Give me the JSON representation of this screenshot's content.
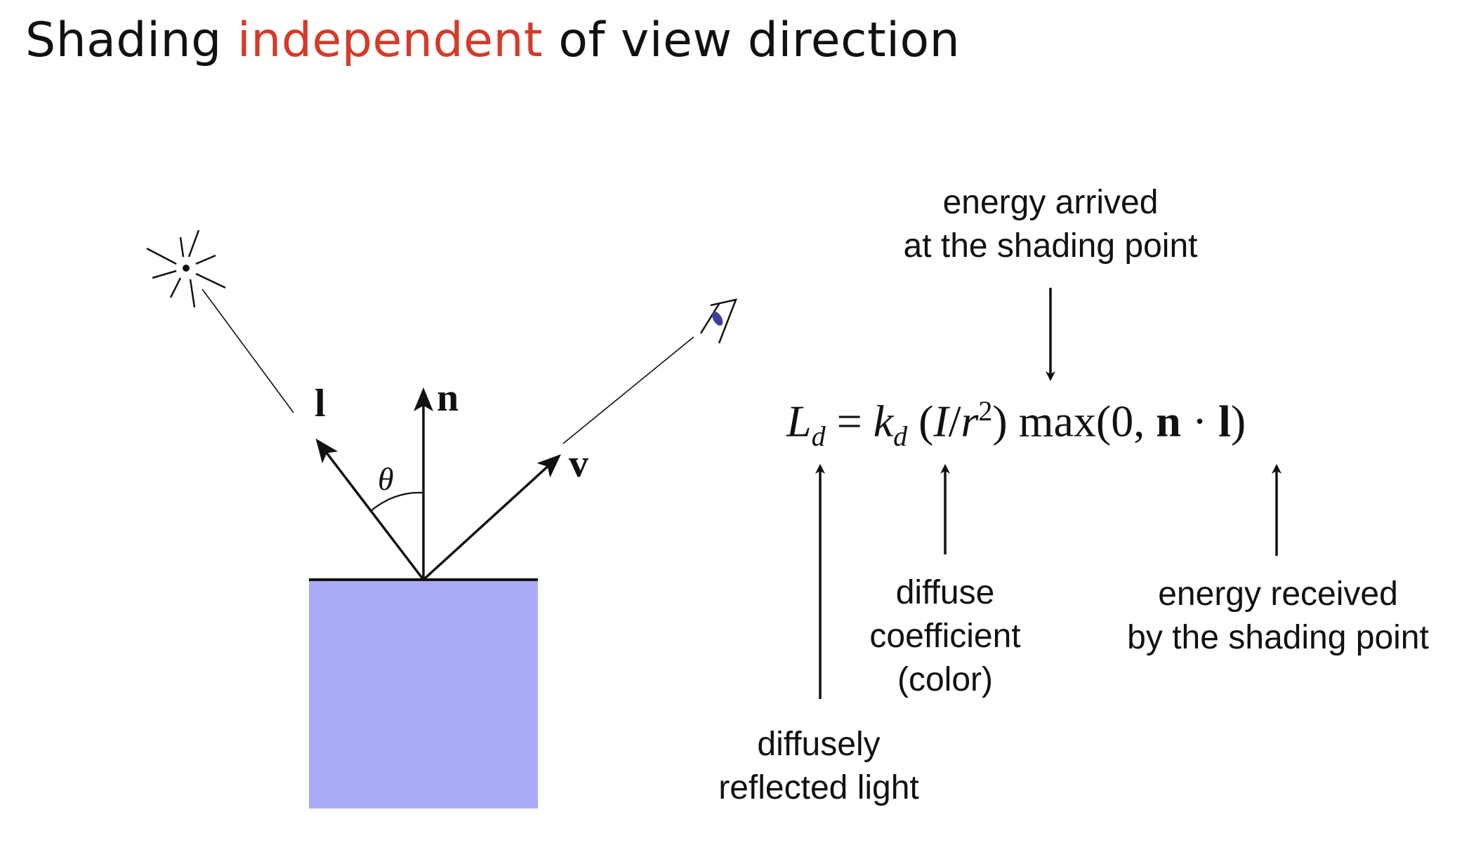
{
  "title": {
    "prefix": "Shading",
    "accent": "independent",
    "suffix": "of view direction",
    "accent_color": "#d63a28"
  },
  "diagram": {
    "surface_color": "#aaaaf7",
    "vectors": {
      "light": "l",
      "normal": "n",
      "view": "v"
    },
    "angle": "θ"
  },
  "equation": {
    "lhs": "L",
    "lhs_sub": "d",
    "equals": "=",
    "coef": "k",
    "coef_sub": "d",
    "open": "(",
    "intensity": "I",
    "slash": "/",
    "radius": "r",
    "power": "2",
    "close": ")",
    "max": "max",
    "args_open": "(0,",
    "n": "n",
    "dot": "·",
    "l": "l",
    "args_close": ")"
  },
  "annotations": {
    "energy_arrived": [
      "energy arrived",
      "at the shading point"
    ],
    "diffuse_coefficient": [
      "diffuse",
      "coefficient",
      "(color)"
    ],
    "energy_received": [
      "energy received",
      "by the shading point"
    ],
    "diffusely_reflected": [
      "diffusely",
      "reflected light"
    ]
  }
}
